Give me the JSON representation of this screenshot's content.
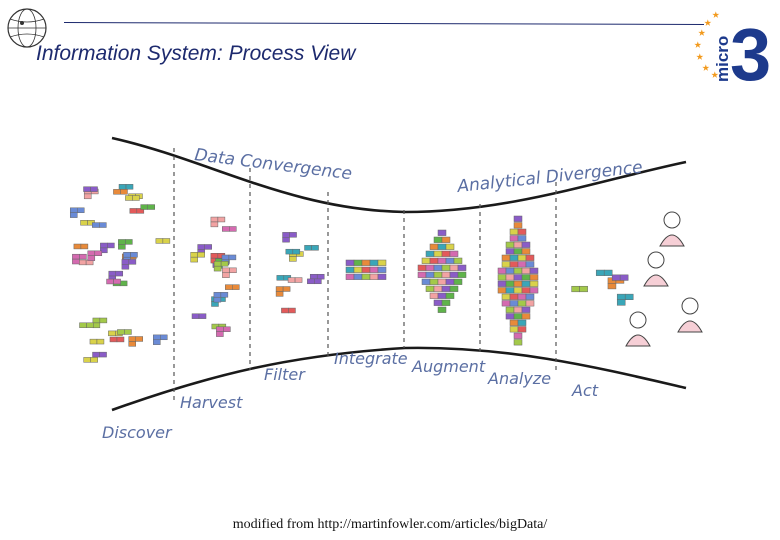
{
  "header": {
    "title": "Information System: Process View",
    "logo_right_text": "micro",
    "logo_right_number": "3"
  },
  "diagram": {
    "phases": {
      "convergence": "Data Convergence",
      "divergence": "Analytical Divergence"
    },
    "stages": [
      "Discover",
      "Harvest",
      "Filter",
      "Integrate",
      "Augment",
      "Analyze",
      "Act"
    ]
  },
  "caption": "modified from http://martinfowler.com/articles/bigData/",
  "colors": {
    "title": "#1d2a6e",
    "stage_label": "#5b6fa3",
    "star": "#f29a1d",
    "logo_blue": "#1d3a8c"
  }
}
